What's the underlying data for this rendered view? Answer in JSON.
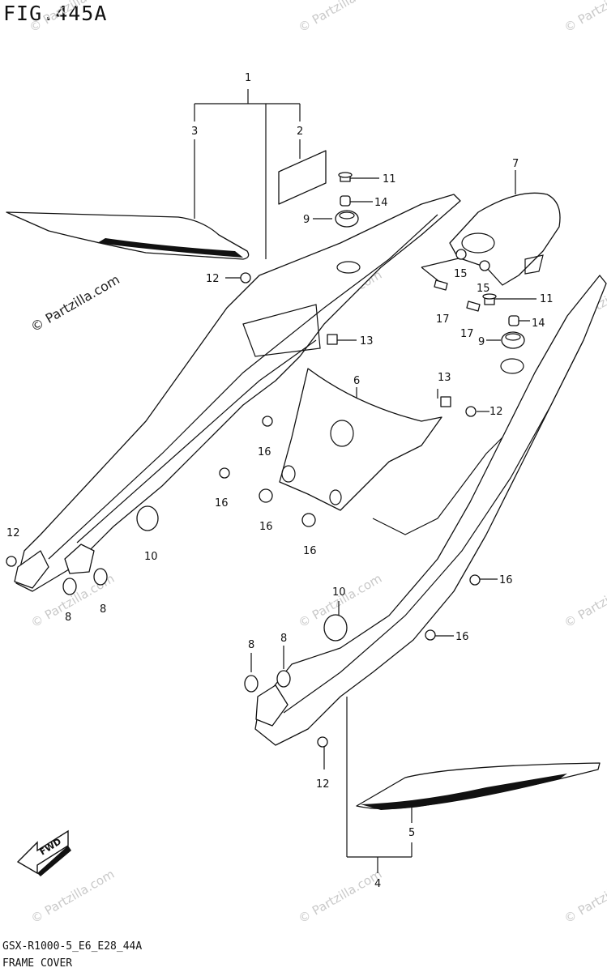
{
  "figure": {
    "title": "FIG.445A",
    "model_code": "GSX-R1000-5_E6_E28_44A",
    "section_name": "FRAME COVER"
  },
  "watermark": "© Partzilla.com",
  "callouts": [
    {
      "id": "c1",
      "label": "1"
    },
    {
      "id": "c2",
      "label": "2"
    },
    {
      "id": "c3",
      "label": "3"
    },
    {
      "id": "c4",
      "label": "4"
    },
    {
      "id": "c5",
      "label": "5"
    },
    {
      "id": "c6",
      "label": "6"
    },
    {
      "id": "c7",
      "label": "7"
    },
    {
      "id": "c8a",
      "label": "8"
    },
    {
      "id": "c8b",
      "label": "8"
    },
    {
      "id": "c8c",
      "label": "8"
    },
    {
      "id": "c8d",
      "label": "8"
    },
    {
      "id": "c9a",
      "label": "9"
    },
    {
      "id": "c9b",
      "label": "9"
    },
    {
      "id": "c10a",
      "label": "10"
    },
    {
      "id": "c10b",
      "label": "10"
    },
    {
      "id": "c11a",
      "label": "11"
    },
    {
      "id": "c11b",
      "label": "11"
    },
    {
      "id": "c12a",
      "label": "12"
    },
    {
      "id": "c12b",
      "label": "12"
    },
    {
      "id": "c12c",
      "label": "12"
    },
    {
      "id": "c12d",
      "label": "12"
    },
    {
      "id": "c13a",
      "label": "13"
    },
    {
      "id": "c13b",
      "label": "13"
    },
    {
      "id": "c14a",
      "label": "14"
    },
    {
      "id": "c14b",
      "label": "14"
    },
    {
      "id": "c15a",
      "label": "15"
    },
    {
      "id": "c15b",
      "label": "15"
    },
    {
      "id": "c16a",
      "label": "16"
    },
    {
      "id": "c16b",
      "label": "16"
    },
    {
      "id": "c16c",
      "label": "16"
    },
    {
      "id": "c16d",
      "label": "16"
    },
    {
      "id": "c16e",
      "label": "16"
    },
    {
      "id": "c16f",
      "label": "16"
    },
    {
      "id": "c17a",
      "label": "17"
    },
    {
      "id": "c17b",
      "label": "17"
    }
  ],
  "fwd_label": "FWD",
  "icons": {
    "direction": "fwd-arrow-icon"
  }
}
